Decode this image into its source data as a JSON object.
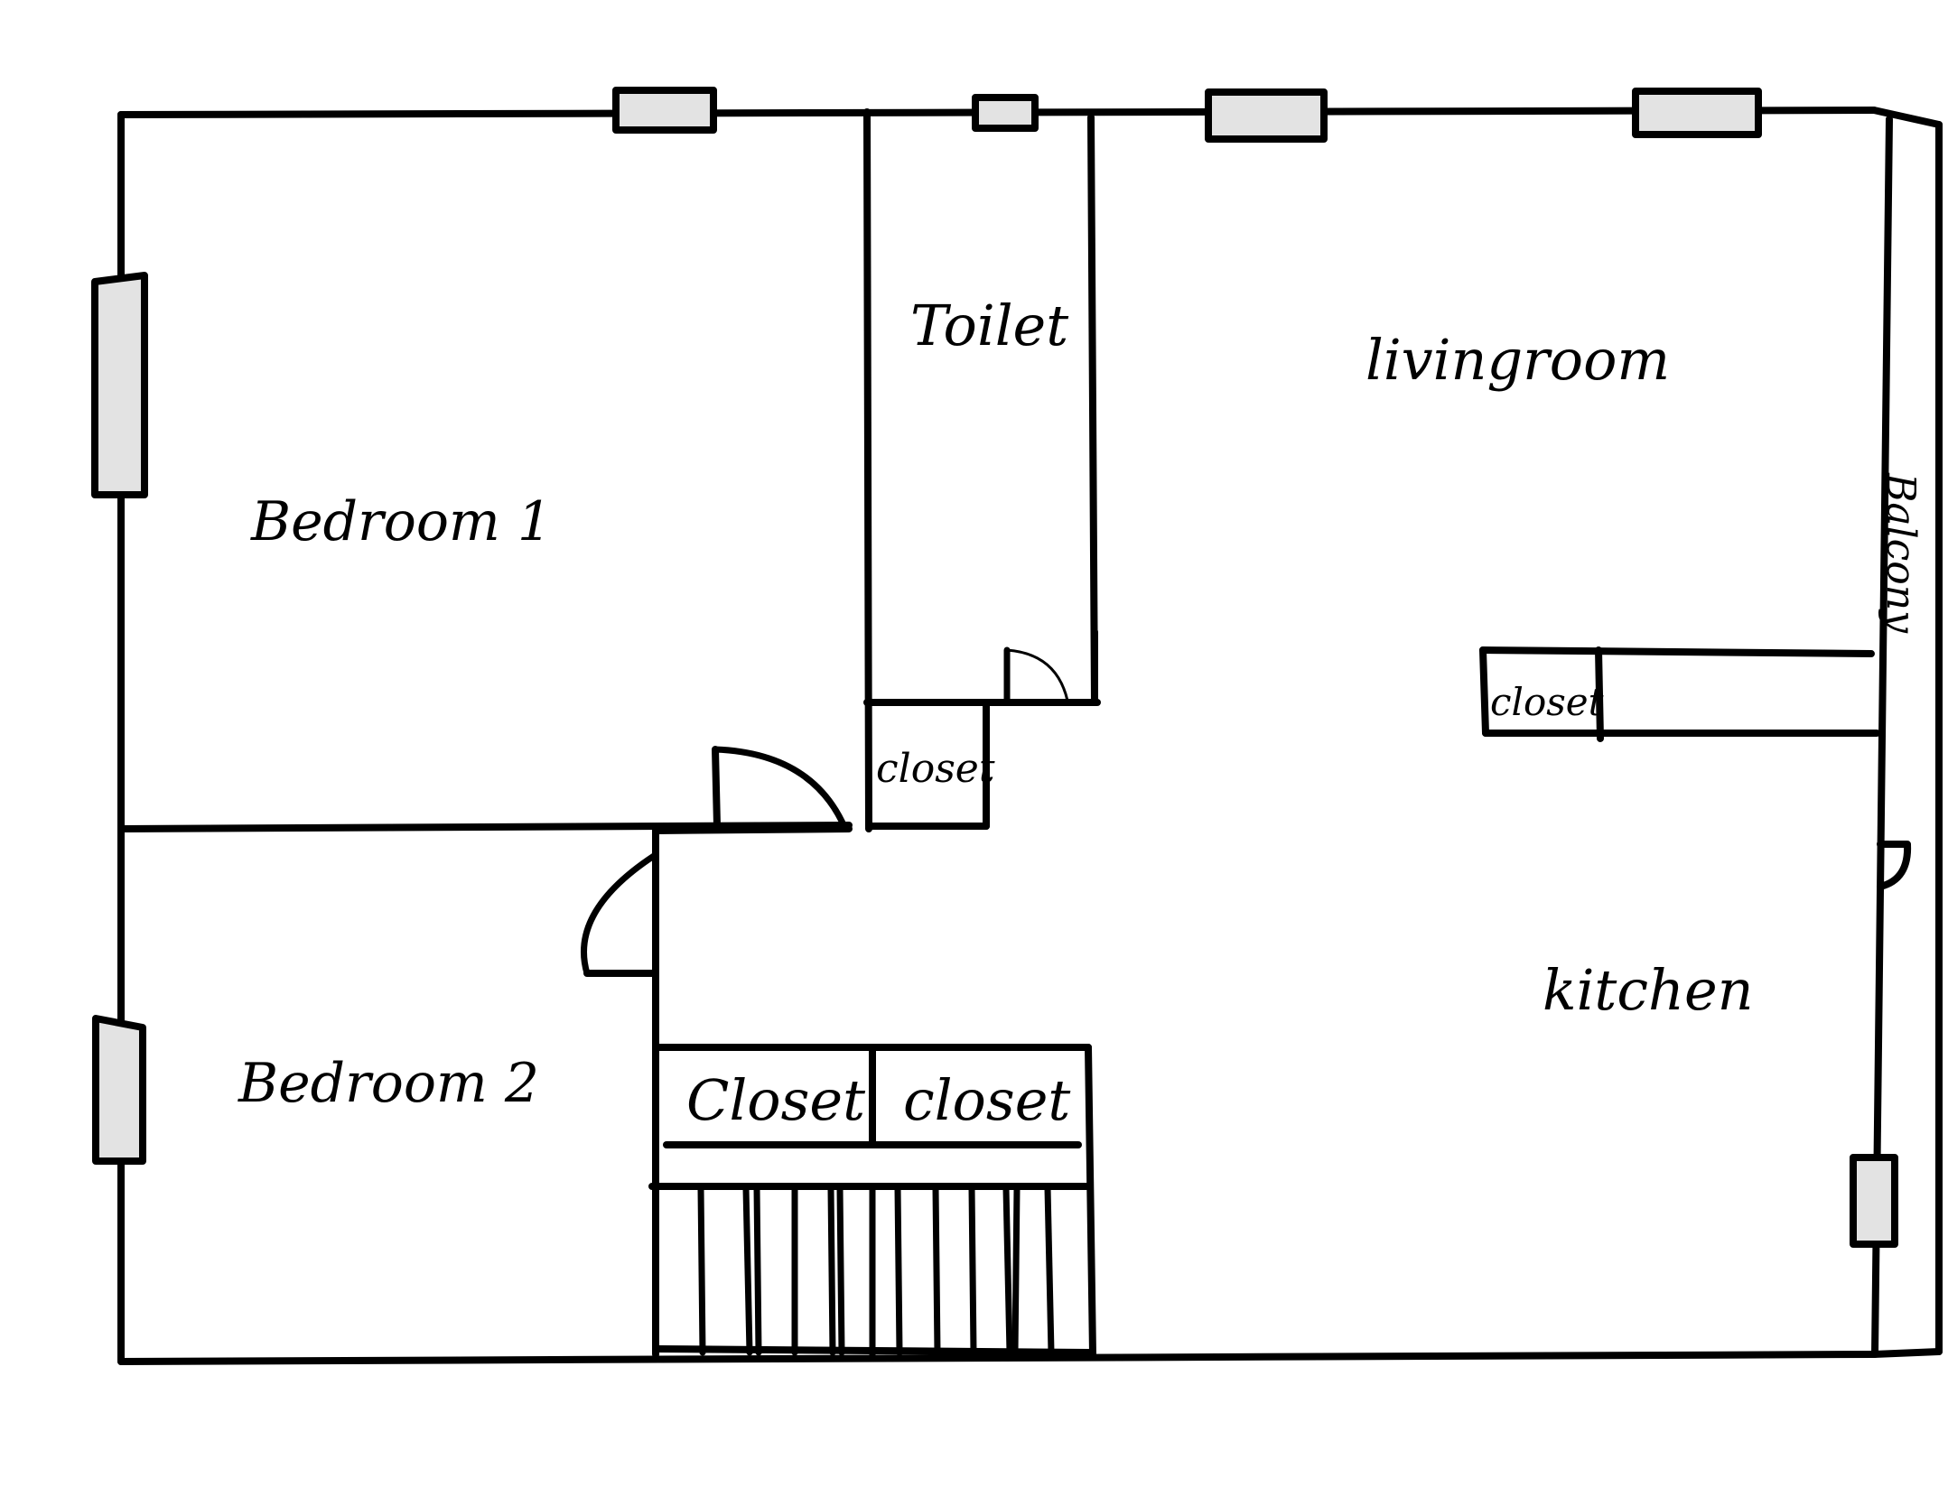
{
  "rooms": {
    "bedroom1": "Bedroom 1",
    "bedroom2": "Bedroom 2",
    "toilet": "Toilet",
    "living_room": "livingroom",
    "kitchen": "kitchen",
    "balcony": "Balcony",
    "closet_hall": "closet",
    "closet_living": "closet",
    "closet_left": "Closet",
    "closet_right": "closet"
  },
  "colors": {
    "wall": "#000000",
    "window_fill": "#e3e3e3",
    "background": "#ffffff"
  }
}
